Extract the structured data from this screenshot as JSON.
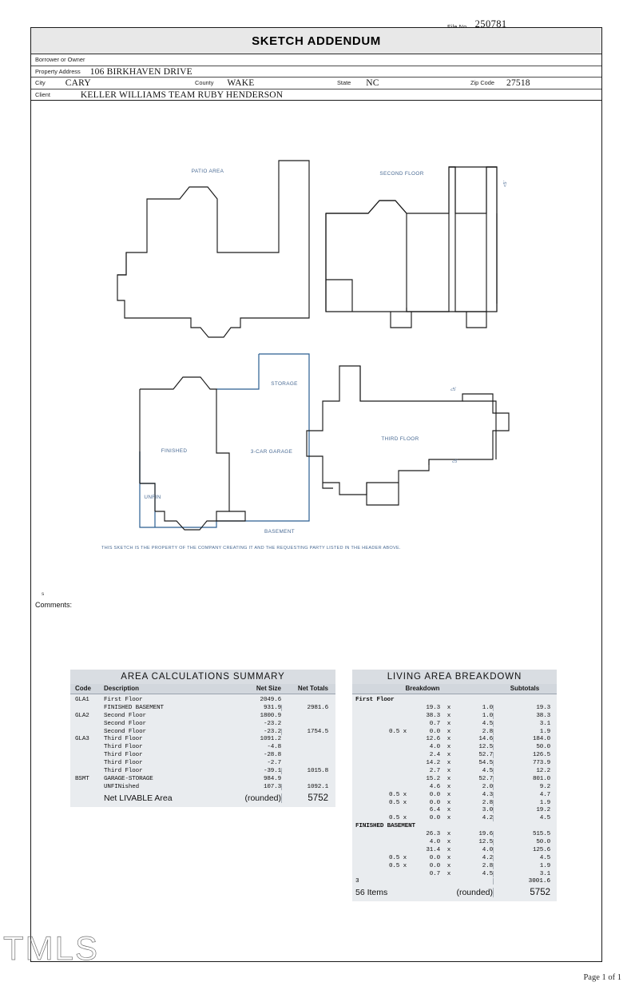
{
  "document": {
    "file_no_label": "File No.",
    "file_no_value": "250781",
    "title": "SKETCH ADDENDUM",
    "page_footer": "Page 1 of 1",
    "watermark": "TMLS"
  },
  "header": {
    "borrower_label": "Borrower or Owner",
    "borrower_value": "",
    "address_label": "Property Address",
    "address_value": "106 BIRKHAVEN DRIVE",
    "city_label": "City",
    "city_value": "CARY",
    "county_label": "County",
    "county_value": "WAKE",
    "state_label": "State",
    "state_value": "NC",
    "zip_label": "Zip Code",
    "zip_value": "27518",
    "client_label": "Client",
    "client_value": "KELLER WILLIAMS TEAM RUBY HENDERSON"
  },
  "sketch": {
    "labels": {
      "patio_area": "PATIO AREA",
      "second_floor": "SECOND FLOOR",
      "third_floor": "THIRD FLOOR",
      "storage": "STORAGE",
      "garage": "3-CAR GARAGE",
      "finished": "FINISHED",
      "unfin": "UNFIN",
      "basement": "BASEMENT",
      "under_five_1": "<5'",
      "under_five_2": "<5'",
      "under_five_3": "<5'"
    },
    "disclaimer": "THIS SKETCH IS THE PROPERTY OF THE COMPANY CREATING IT AND THE REQUESTING PARTY LISTED IN THE HEADER ABOVE.",
    "outline_color": "#1a1a1a",
    "accent_color": "#2a5d91",
    "label_color": "#4a6b94"
  },
  "comments": {
    "stray_mark": "s",
    "label": "Comments:"
  },
  "area_calculations_summary": {
    "title": "AREA  CALCULATIONS  SUMMARY",
    "columns": [
      "Code",
      "Description",
      "Net Size",
      "Net Totals"
    ],
    "rows": [
      {
        "code": "GLA1",
        "description": "First Floor",
        "net_size": "2049.6",
        "net_total": ""
      },
      {
        "code": "",
        "description": "FINISHED BASEMENT",
        "net_size": "931.9",
        "net_total": "2981.6"
      },
      {
        "code": "GLA2",
        "description": "Second Floor",
        "net_size": "1800.9",
        "net_total": ""
      },
      {
        "code": "",
        "description": "Second Floor",
        "net_size": "-23.2",
        "net_total": ""
      },
      {
        "code": "",
        "description": "Second Floor",
        "net_size": "-23.2",
        "net_total": "1754.5"
      },
      {
        "code": "GLA3",
        "description": "Third Floor",
        "net_size": "1091.2",
        "net_total": ""
      },
      {
        "code": "",
        "description": "Third Floor",
        "net_size": "-4.8",
        "net_total": ""
      },
      {
        "code": "",
        "description": "Third Floor",
        "net_size": "-28.8",
        "net_total": ""
      },
      {
        "code": "",
        "description": "Third Floor",
        "net_size": "-2.7",
        "net_total": ""
      },
      {
        "code": "",
        "description": "Third Floor",
        "net_size": "-39.1",
        "net_total": "1015.8"
      },
      {
        "code": "BSMT",
        "description": "GARAGE-STORAGE",
        "net_size": "984.9",
        "net_total": ""
      },
      {
        "code": "",
        "description": "UNFINished",
        "net_size": "107.3",
        "net_total": "1092.1"
      }
    ],
    "footer": {
      "label": "Net LIVABLE Area",
      "rounded": "(rounded)",
      "total": "5752"
    }
  },
  "living_area_breakdown": {
    "title": "LIVING  AREA  BREAKDOWN",
    "columns": [
      "Breakdown",
      "Subtotals"
    ],
    "rows": [
      {
        "type": "floor",
        "floor": "First Floor"
      },
      {
        "type": "calc",
        "half": "",
        "a": "19.3",
        "x": "x",
        "b": "1.0",
        "subtotal": "19.3"
      },
      {
        "type": "calc",
        "half": "",
        "a": "38.3",
        "x": "x",
        "b": "1.0",
        "subtotal": "38.3"
      },
      {
        "type": "calc",
        "half": "",
        "a": "0.7",
        "x": "x",
        "b": "4.5",
        "subtotal": "3.1"
      },
      {
        "type": "calc",
        "half": "0.5 x",
        "a": "0.0",
        "x": "x",
        "b": "2.8",
        "subtotal": "1.9"
      },
      {
        "type": "calc",
        "half": "",
        "a": "12.6",
        "x": "x",
        "b": "14.6",
        "subtotal": "184.0"
      },
      {
        "type": "calc",
        "half": "",
        "a": "4.0",
        "x": "x",
        "b": "12.5",
        "subtotal": "50.0"
      },
      {
        "type": "calc",
        "half": "",
        "a": "2.4",
        "x": "x",
        "b": "52.7",
        "subtotal": "126.5"
      },
      {
        "type": "calc",
        "half": "",
        "a": "14.2",
        "x": "x",
        "b": "54.5",
        "subtotal": "773.9"
      },
      {
        "type": "calc",
        "half": "",
        "a": "2.7",
        "x": "x",
        "b": "4.5",
        "subtotal": "12.2"
      },
      {
        "type": "calc",
        "half": "",
        "a": "15.2",
        "x": "x",
        "b": "52.7",
        "subtotal": "801.0"
      },
      {
        "type": "calc",
        "half": "",
        "a": "4.6",
        "x": "x",
        "b": "2.0",
        "subtotal": "9.2"
      },
      {
        "type": "calc",
        "half": "0.5 x",
        "a": "0.0",
        "x": "x",
        "b": "4.3",
        "subtotal": "4.7"
      },
      {
        "type": "calc",
        "half": "0.5 x",
        "a": "0.0",
        "x": "x",
        "b": "2.8",
        "subtotal": "1.9"
      },
      {
        "type": "calc",
        "half": "",
        "a": "6.4",
        "x": "x",
        "b": "3.0",
        "subtotal": "19.2"
      },
      {
        "type": "calc",
        "half": "0.5 x",
        "a": "0.0",
        "x": "x",
        "b": "4.2",
        "subtotal": "4.5"
      },
      {
        "type": "floor",
        "floor": "FINISHED BASEMENT"
      },
      {
        "type": "calc",
        "half": "",
        "a": "26.3",
        "x": "x",
        "b": "19.6",
        "subtotal": "515.5"
      },
      {
        "type": "calc",
        "half": "",
        "a": "4.0",
        "x": "x",
        "b": "12.5",
        "subtotal": "50.0"
      },
      {
        "type": "calc",
        "half": "",
        "a": "31.4",
        "x": "x",
        "b": "4.0",
        "subtotal": "125.6"
      },
      {
        "type": "calc",
        "half": "0.5 x",
        "a": "0.0",
        "x": "x",
        "b": "4.2",
        "subtotal": "4.5"
      },
      {
        "type": "calc",
        "half": "0.5 x",
        "a": "0.0",
        "x": "x",
        "b": "2.8",
        "subtotal": "1.9"
      },
      {
        "type": "calc",
        "half": "",
        "a": "0.7",
        "x": "x",
        "b": "4.5",
        "subtotal": "3.1"
      }
    ],
    "running": {
      "count": "3",
      "value": "3001.6"
    },
    "footer": {
      "items": "56 Items",
      "rounded": "(rounded)",
      "total": "5752"
    }
  }
}
